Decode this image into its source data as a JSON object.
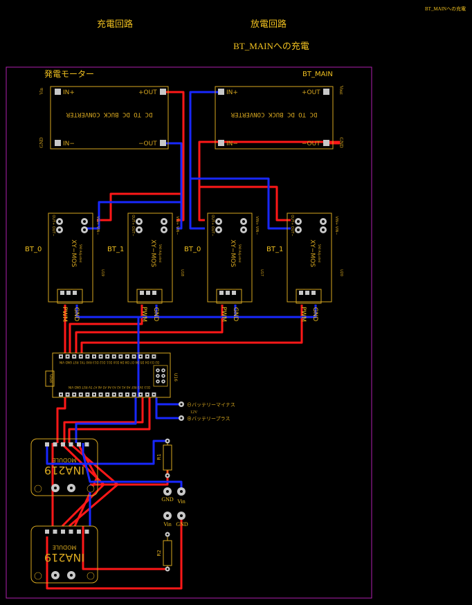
{
  "headings": {
    "top_right_note": "BT_MAINへの充電",
    "charge_circuit": "充電回路",
    "discharge_circuit": "放電回路",
    "bt_main_charge": "BT_MAINへの充電"
  },
  "board": {
    "generator_motor_label": "発電モーター",
    "bt_main_label": "BT_MAIN"
  },
  "buck_converter": {
    "title": "DC TO DC BUCK CONVERTER",
    "in_plus": "IN+",
    "in_minus": "IN−",
    "out_plus": "+OUT",
    "out_minus": "−OUT",
    "left_vin": "Vin",
    "left_gnd": "GND",
    "right_vout": "Vout",
    "right_gnd": "GND"
  },
  "mosfet_modules": {
    "title": "XY−MOS",
    "subtitle": "5A0 Adjusted",
    "left_pins": "OUT+ OUT−",
    "right_pins": "VIN+ VIN−",
    "pwm_label": "PWM",
    "gnd_label": "GND",
    "items": [
      {
        "ref": "U19",
        "batt": "BT_0"
      },
      {
        "ref": "U18",
        "batt": "BT_1"
      },
      {
        "ref": "U17",
        "batt": "BT_0"
      },
      {
        "ref": "U20",
        "batt": "BT_1"
      }
    ]
  },
  "mcu": {
    "ref": "U16",
    "usb_label": "USB",
    "top_pins": "D2 D3 D4 D5 D6 D7 D8 D9 D10 D11 D12 D13 RX0 TX1 RST GND VIN",
    "bottom_pins": "D13 3V3 REF A0 A1 A2 A3 A4 A5 A6 A7 5V RST GND VIN"
  },
  "connectors": {
    "battery_minus": "⊖バッテリーマイナス",
    "voltage": "12V",
    "battery_plus": "⊕バッテリープラス"
  },
  "ina219": {
    "name": "INA219",
    "module_text": "MODULE"
  },
  "resistors": {
    "r1": "R1",
    "r2": "R2"
  },
  "terminals": {
    "upper_gnd": "GND",
    "upper_vin": "Vin",
    "lower_vin": "Vin",
    "lower_gnd": "GND"
  },
  "colors": {
    "outline": "#b020b0",
    "silk": "#d8a820",
    "label": "#f0c020",
    "wire_red": "#ff1818",
    "wire_blue": "#1828ff",
    "pad": "#c8c8c8"
  }
}
